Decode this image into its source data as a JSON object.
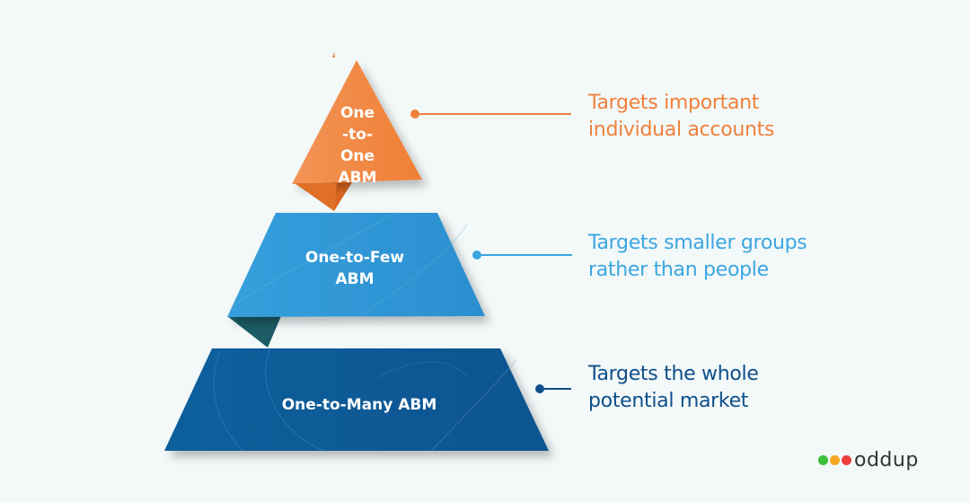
{
  "tiers": [
    {
      "id": "one-to-one",
      "label_lines": [
        "One",
        "-to-",
        "One ABM"
      ],
      "description_lines": [
        "Targets important",
        "individual accounts"
      ],
      "color": "#f0813b",
      "fold_color": "#d9661f"
    },
    {
      "id": "one-to-few",
      "label_lines": [
        "One-to-Few",
        "ABM"
      ],
      "description_lines": [
        "Targets smaller groups",
        "rather than people"
      ],
      "color": "#319ad7",
      "fold_color": "#1c5c66"
    },
    {
      "id": "one-to-many",
      "label_lines": [
        "One-to-Many ABM"
      ],
      "description_lines": [
        "Targets the whole",
        "potential market"
      ],
      "color": "#0d5a96",
      "fold_color": "#0a4a7d"
    }
  ],
  "description_colors": [
    "#f0813b",
    "#3ba6e0",
    "#0d4f8a"
  ],
  "logo": {
    "text": "oddup",
    "dot_colors": [
      "#3dc13c",
      "#f5a623",
      "#ef3e3e"
    ]
  }
}
